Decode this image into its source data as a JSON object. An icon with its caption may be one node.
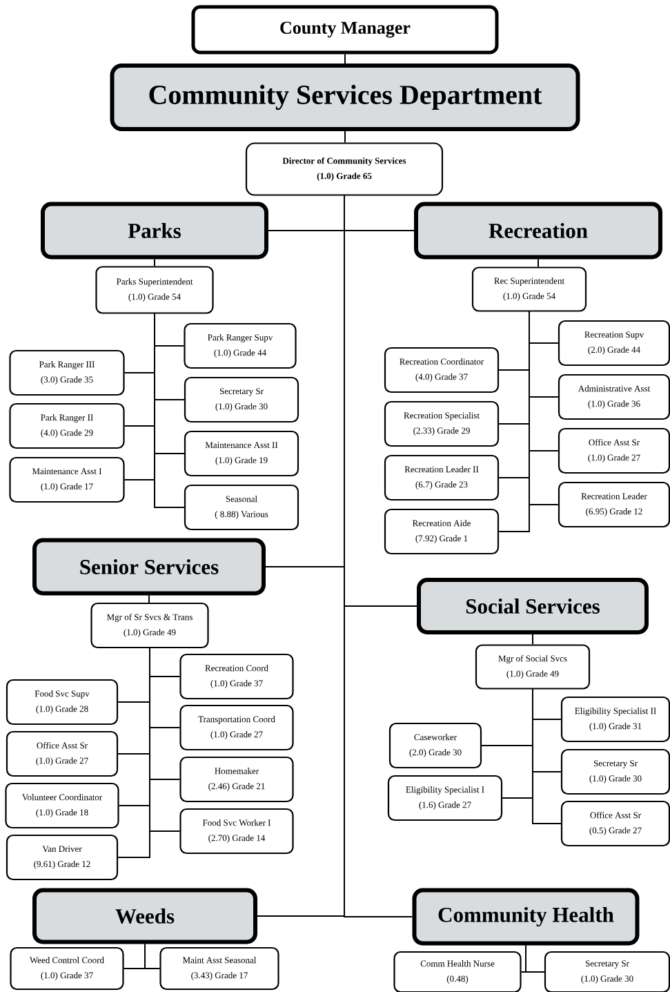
{
  "diagram": {
    "nodes": [
      {
        "text": [
          "County Manager"
        ]
      },
      {
        "text": [
          "Community Services Department"
        ]
      },
      {
        "text": [
          "Director of Community Services",
          "(1.0) Grade 65"
        ]
      },
      {
        "text": [
          "Parks"
        ]
      },
      {
        "text": [
          "Recreation"
        ]
      },
      {
        "text": [
          "Parks Superintendent",
          "(1.0) Grade 54"
        ]
      },
      {
        "text": [
          "Rec Superintendent",
          "(1.0) Grade 54"
        ]
      },
      {
        "text": [
          "Park Ranger Supv",
          "(1.0) Grade 44"
        ]
      },
      {
        "text": [
          "Park Ranger III",
          "(3.0) Grade 35"
        ]
      },
      {
        "text": [
          "Secretary Sr",
          "(1.0) Grade 30"
        ]
      },
      {
        "text": [
          "Park Ranger II",
          "(4.0) Grade 29"
        ]
      },
      {
        "text": [
          "Maintenance Asst II",
          "(1.0) Grade 19"
        ]
      },
      {
        "text": [
          "Maintenance Asst I",
          "(1.0) Grade 17"
        ]
      },
      {
        "text": [
          "Seasonal",
          "( 8.88) Various"
        ]
      },
      {
        "text": [
          "Recreation Supv",
          "(2.0) Grade 44"
        ]
      },
      {
        "text": [
          "Recreation Coordinator",
          "(4.0) Grade 37"
        ]
      },
      {
        "text": [
          "Administrative Asst",
          "(1.0) Grade 36"
        ]
      },
      {
        "text": [
          "Recreation Specialist",
          "(2.33) Grade 29"
        ]
      },
      {
        "text": [
          "Office Asst Sr",
          "(1.0) Grade 27"
        ]
      },
      {
        "text": [
          "Recreation Leader II",
          "(6.7) Grade 23"
        ]
      },
      {
        "text": [
          "Recreation Leader",
          "(6.95) Grade 12"
        ]
      },
      {
        "text": [
          "Recreation Aide",
          "(7.92) Grade 1"
        ]
      },
      {
        "text": [
          "Senior Services"
        ]
      },
      {
        "text": [
          "Social Services"
        ]
      },
      {
        "text": [
          "Mgr of Sr Svcs & Trans",
          "(1.0) Grade 49"
        ]
      },
      {
        "text": [
          "Recreation Coord",
          "(1.0) Grade 37"
        ]
      },
      {
        "text": [
          "Food Svc Supv",
          "(1.0) Grade 28"
        ]
      },
      {
        "text": [
          "Transportation Coord",
          "(1.0) Grade 27"
        ]
      },
      {
        "text": [
          "Office Asst Sr",
          "(1.0) Grade 27"
        ]
      },
      {
        "text": [
          "Homemaker",
          "(2.46) Grade 21"
        ]
      },
      {
        "text": [
          "Volunteer Coordinator",
          "(1.0) Grade 18"
        ]
      },
      {
        "text": [
          "Food Svc Worker I",
          "(2.70) Grade 14"
        ]
      },
      {
        "text": [
          "Van Driver",
          "(9.61) Grade 12"
        ]
      },
      {
        "text": [
          "Mgr of Social Svcs",
          "(1.0) Grade 49"
        ]
      },
      {
        "text": [
          "Eligibility Specialist II",
          "(1.0) Grade 31"
        ]
      },
      {
        "text": [
          "Caseworker",
          "(2.0) Grade 30"
        ]
      },
      {
        "text": [
          "Secretary Sr",
          "(1.0) Grade 30"
        ]
      },
      {
        "text": [
          "Eligibility Specialist I",
          "(1.6) Grade 27"
        ]
      },
      {
        "text": [
          "Office Asst Sr",
          "(0.5) Grade 27"
        ]
      },
      {
        "text": [
          "Weeds"
        ]
      },
      {
        "text": [
          "Community Health"
        ]
      },
      {
        "text": [
          "Weed Control Coord",
          "(1.0) Grade 37"
        ]
      },
      {
        "text": [
          "Maint Asst Seasonal",
          "(3.43) Grade 17"
        ]
      },
      {
        "text": [
          "Comm Health Nurse",
          "(0.48)"
        ]
      },
      {
        "text": [
          "Secretary Sr",
          "(1.0) Grade 30"
        ]
      }
    ],
    "edges": [
      {
        "from": 0,
        "to": 1,
        "arrow": "none"
      },
      {
        "from": 1,
        "to": 2,
        "arrow": "none"
      },
      {
        "from": 2,
        "to": 3,
        "arrow": "none"
      },
      {
        "from": 2,
        "to": 4,
        "arrow": "none"
      },
      {
        "from": 2,
        "to": 22,
        "arrow": "none"
      },
      {
        "from": 2,
        "to": 23,
        "arrow": "none"
      },
      {
        "from": 2,
        "to": 39,
        "arrow": "none"
      },
      {
        "from": 2,
        "to": 40,
        "arrow": "none"
      },
      {
        "from": 3,
        "to": 5,
        "arrow": "none"
      },
      {
        "from": 4,
        "to": 6,
        "arrow": "none"
      },
      {
        "from": 5,
        "to": 7,
        "arrow": "none"
      },
      {
        "from": 5,
        "to": 8,
        "arrow": "none"
      },
      {
        "from": 5,
        "to": 9,
        "arrow": "none"
      },
      {
        "from": 5,
        "to": 10,
        "arrow": "none"
      },
      {
        "from": 5,
        "to": 11,
        "arrow": "none"
      },
      {
        "from": 5,
        "to": 12,
        "arrow": "none"
      },
      {
        "from": 5,
        "to": 13,
        "arrow": "none"
      },
      {
        "from": 6,
        "to": 14,
        "arrow": "none"
      },
      {
        "from": 6,
        "to": 15,
        "arrow": "none"
      },
      {
        "from": 6,
        "to": 16,
        "arrow": "none"
      },
      {
        "from": 6,
        "to": 17,
        "arrow": "none"
      },
      {
        "from": 6,
        "to": 18,
        "arrow": "none"
      },
      {
        "from": 6,
        "to": 19,
        "arrow": "none"
      },
      {
        "from": 6,
        "to": 20,
        "arrow": "none"
      },
      {
        "from": 6,
        "to": 21,
        "arrow": "none"
      },
      {
        "from": 22,
        "to": 24,
        "arrow": "none"
      },
      {
        "from": 24,
        "to": 25,
        "arrow": "none"
      },
      {
        "from": 24,
        "to": 26,
        "arrow": "none"
      },
      {
        "from": 24,
        "to": 27,
        "arrow": "none"
      },
      {
        "from": 24,
        "to": 28,
        "arrow": "none"
      },
      {
        "from": 24,
        "to": 29,
        "arrow": "none"
      },
      {
        "from": 24,
        "to": 30,
        "arrow": "none"
      },
      {
        "from": 24,
        "to": 31,
        "arrow": "none"
      },
      {
        "from": 24,
        "to": 32,
        "arrow": "none"
      },
      {
        "from": 23,
        "to": 33,
        "arrow": "none"
      },
      {
        "from": 33,
        "to": 34,
        "arrow": "none"
      },
      {
        "from": 33,
        "to": 35,
        "arrow": "none"
      },
      {
        "from": 33,
        "to": 36,
        "arrow": "none"
      },
      {
        "from": 33,
        "to": 37,
        "arrow": "none"
      },
      {
        "from": 33,
        "to": 38,
        "arrow": "none"
      },
      {
        "from": 39,
        "to": 41,
        "arrow": "none"
      },
      {
        "from": 39,
        "to": 42,
        "arrow": "none"
      },
      {
        "from": 40,
        "to": 43,
        "arrow": "none"
      },
      {
        "from": 40,
        "to": 44,
        "arrow": "none"
      }
    ]
  }
}
